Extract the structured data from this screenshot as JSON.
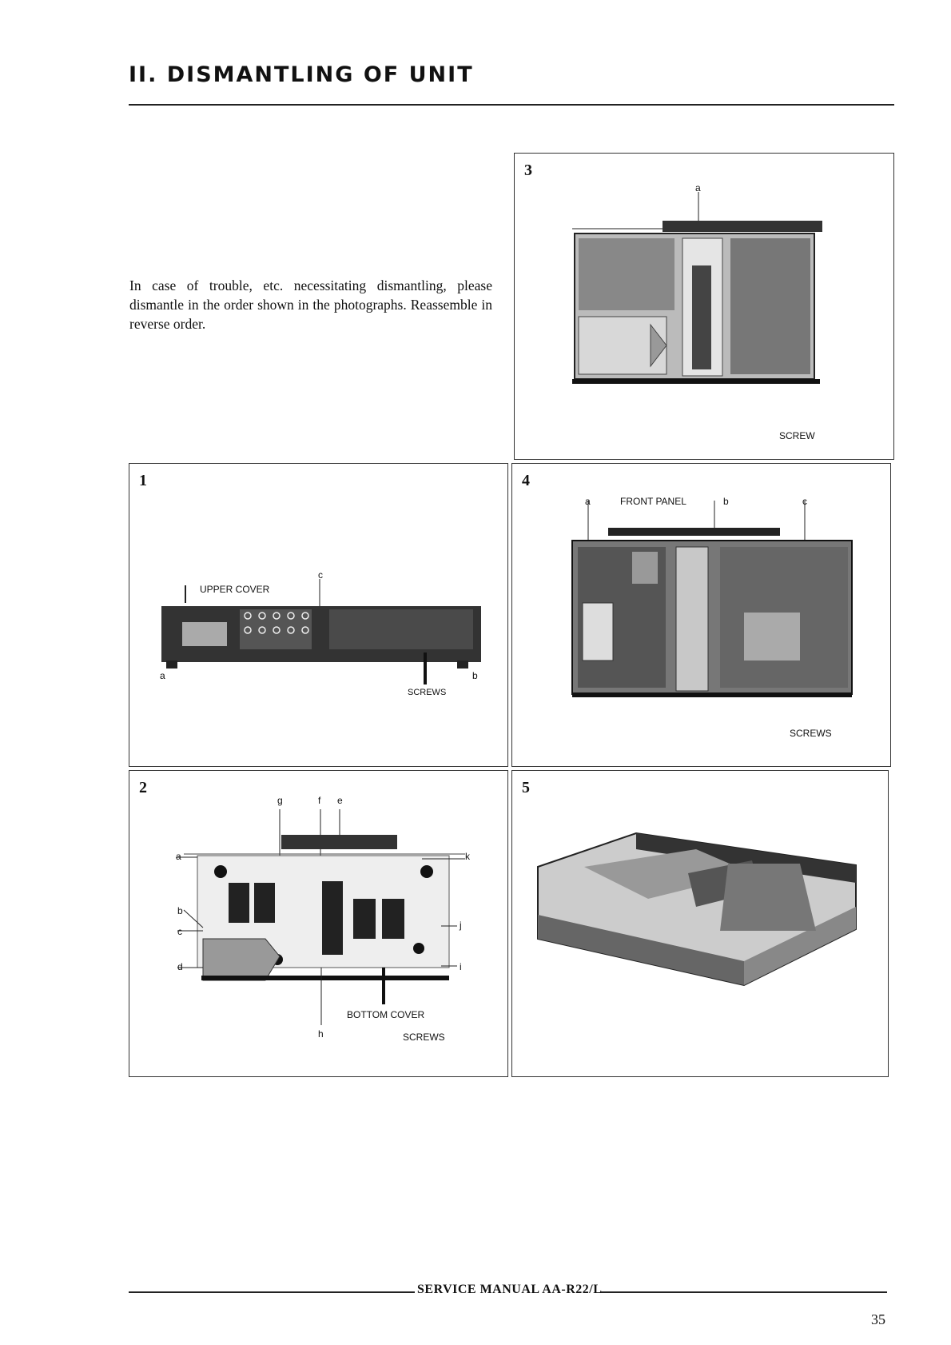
{
  "page": {
    "section_title": "II. DISMANTLING OF UNIT",
    "intro_text": "In case of trouble, etc. necessitating dismantling, please dismantle in the order shown in the photographs. Reassemble in reverse order."
  },
  "panels": {
    "p1": {
      "number": "1",
      "labels": {
        "upper_cover": "UPPER COVER",
        "c": "c",
        "a": "a",
        "b": "b",
        "screws": "SCREWS"
      }
    },
    "p2": {
      "number": "2",
      "labels": {
        "g": "g",
        "f": "f",
        "e": "e",
        "a": "a",
        "k": "k",
        "b": "b",
        "c": "c",
        "j": "j",
        "d": "d",
        "i": "i",
        "h": "h",
        "bottom_cover": "BOTTOM COVER",
        "screws": "SCREWS"
      }
    },
    "p3": {
      "number": "3",
      "labels": {
        "a": "a",
        "screw": "SCREW"
      }
    },
    "p4": {
      "number": "4",
      "labels": {
        "a": "a",
        "front_panel": "FRONT PANEL",
        "b": "b",
        "c": "c",
        "screws": "SCREWS"
      }
    },
    "p5": {
      "number": "5"
    }
  },
  "footer": {
    "manual": "SERVICE MANUAL AA-R22/L",
    "page_number": "35"
  }
}
